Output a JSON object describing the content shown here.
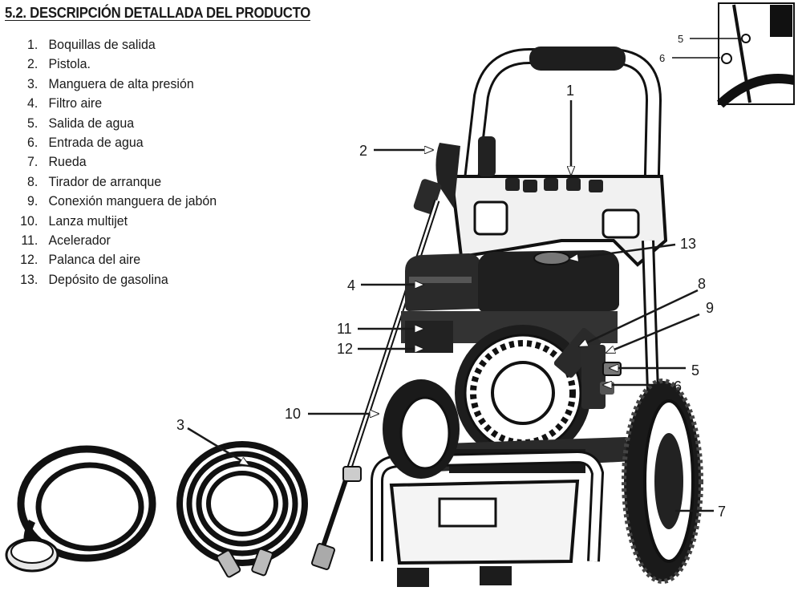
{
  "section_title": "5.2. DESCRIPCIÓN DETALLADA DEL PRODUCTO",
  "parts": [
    {
      "num": "1.",
      "label": "Boquillas de salida"
    },
    {
      "num": "2.",
      "label": "Pistola."
    },
    {
      "num": "3.",
      "label": "Manguera de alta presión"
    },
    {
      "num": "4.",
      "label": "Filtro aire"
    },
    {
      "num": "5.",
      "label": "Salida de agua"
    },
    {
      "num": "6.",
      "label": "Entrada de agua"
    },
    {
      "num": "7.",
      "label": "Rueda"
    },
    {
      "num": "8.",
      "label": "Tirador de arranque"
    },
    {
      "num": "9.",
      "label": "Conexión manguera de jabón"
    },
    {
      "num": "10.",
      "label": "Lanza multijet"
    },
    {
      "num": "11.",
      "label": "Acelerador"
    },
    {
      "num": "12.",
      "label": "Palanca del aire"
    },
    {
      "num": "13.",
      "label": "Depósito de gasolina"
    }
  ],
  "callouts": {
    "c1": "1",
    "c2": "2",
    "c3": "3",
    "c4": "4",
    "c5": "5",
    "c6": "6",
    "c7": "7",
    "c8": "8",
    "c9": "9",
    "c10": "10",
    "c11": "11",
    "c12": "12",
    "c13": "13",
    "inset5": "5",
    "inset6": "6"
  }
}
